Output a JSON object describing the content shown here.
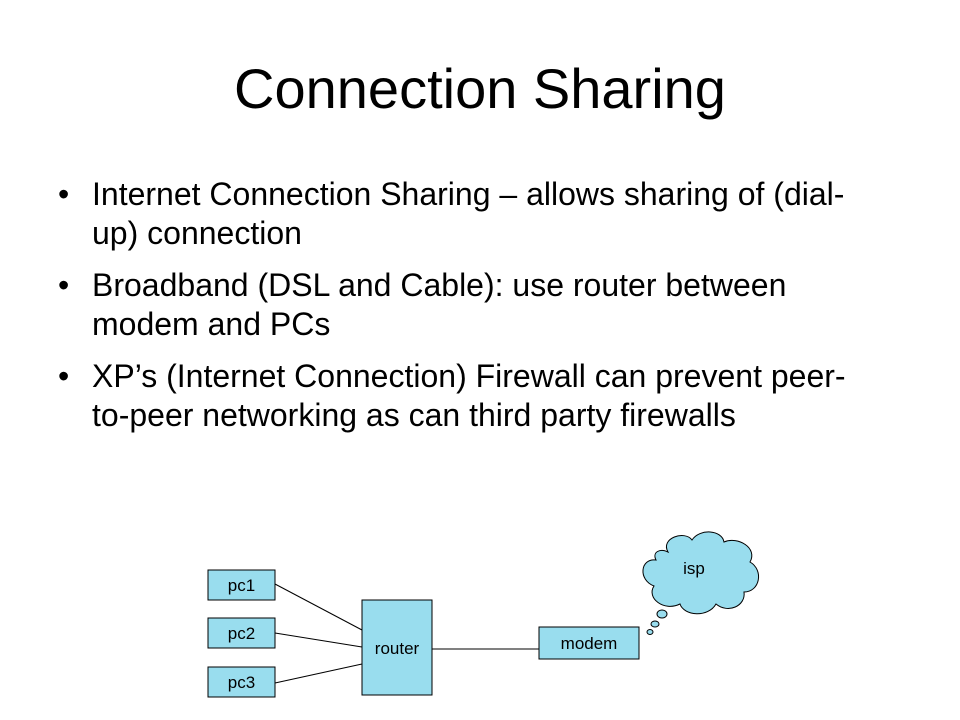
{
  "slide": {
    "title": "Connection Sharing",
    "bullets": [
      "Internet Connection Sharing – allows sharing of (dial-up) connection",
      "Broadband (DSL and Cable): use router between modem and PCs",
      "XP’s (Internet Connection) Firewall can prevent peer-to-peer networking as can third party firewalls"
    ]
  },
  "diagram": {
    "pc1": "pc1",
    "pc2": "pc2",
    "pc3": "pc3",
    "router": "router",
    "modem": "modem",
    "isp": "isp",
    "colors": {
      "box_fill": "#99ddee",
      "stroke": "#000000"
    }
  }
}
